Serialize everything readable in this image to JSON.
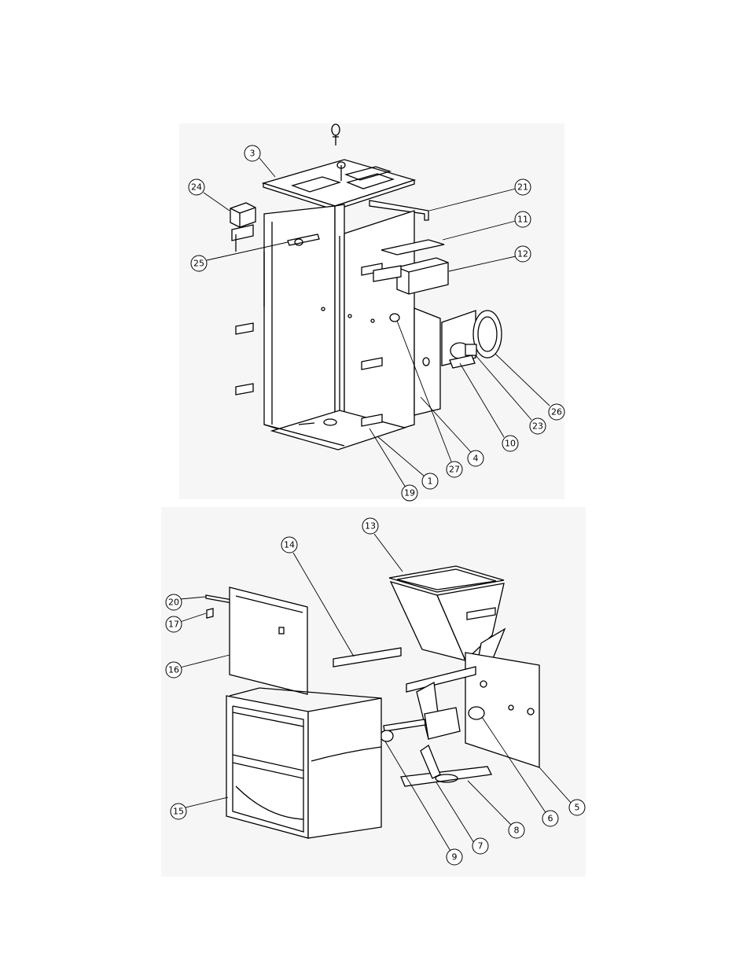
{
  "figure": {
    "top_view": {
      "callouts": [
        {
          "id": "c3",
          "label": "3"
        },
        {
          "id": "c24",
          "label": "24"
        },
        {
          "id": "c21",
          "label": "21"
        },
        {
          "id": "c11",
          "label": "11"
        },
        {
          "id": "c12",
          "label": "12"
        },
        {
          "id": "c25",
          "label": "25"
        },
        {
          "id": "c26",
          "label": "26"
        },
        {
          "id": "c23",
          "label": "23"
        },
        {
          "id": "c10",
          "label": "10"
        },
        {
          "id": "c4",
          "label": "4"
        },
        {
          "id": "c27",
          "label": "27"
        },
        {
          "id": "c1",
          "label": "1"
        },
        {
          "id": "c19",
          "label": "19"
        }
      ]
    },
    "bottom_view": {
      "callouts": [
        {
          "id": "c13",
          "label": "13"
        },
        {
          "id": "c14",
          "label": "14"
        },
        {
          "id": "c20",
          "label": "20"
        },
        {
          "id": "c17",
          "label": "17"
        },
        {
          "id": "c16",
          "label": "16"
        },
        {
          "id": "c15",
          "label": "15"
        },
        {
          "id": "c5",
          "label": "5"
        },
        {
          "id": "c6",
          "label": "6"
        },
        {
          "id": "c8",
          "label": "8"
        },
        {
          "id": "c7",
          "label": "7"
        },
        {
          "id": "c9",
          "label": "9"
        }
      ]
    }
  }
}
